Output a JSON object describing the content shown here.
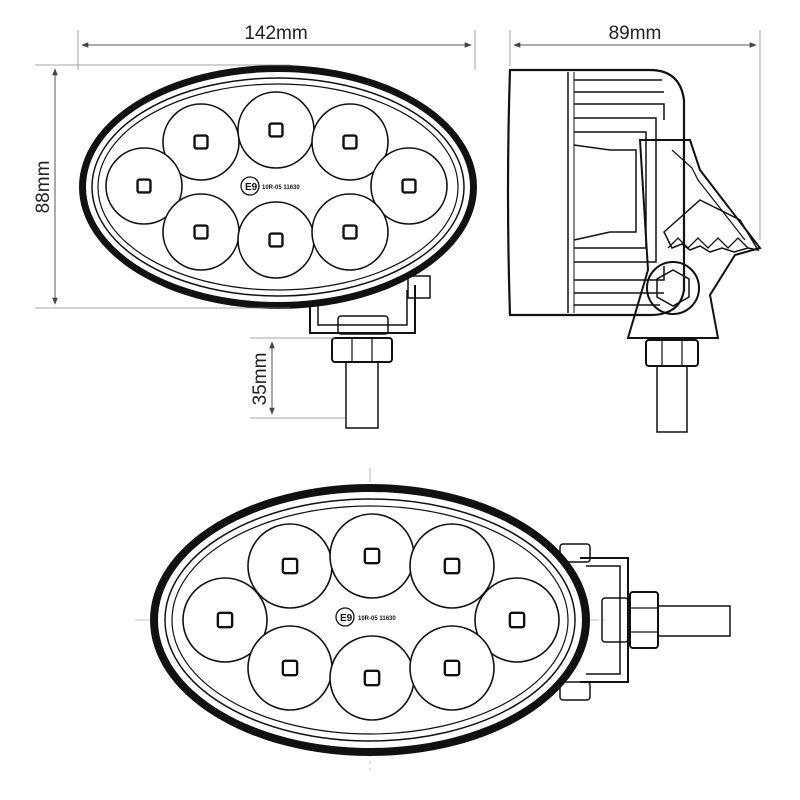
{
  "dimensions": {
    "width": "142mm",
    "depth": "89mm",
    "height": "88mm",
    "bolt_length": "35mm"
  },
  "lamp_marking": {
    "e_mark": "E9",
    "approval_code": "10R-05 11630"
  },
  "led_count": 8
}
